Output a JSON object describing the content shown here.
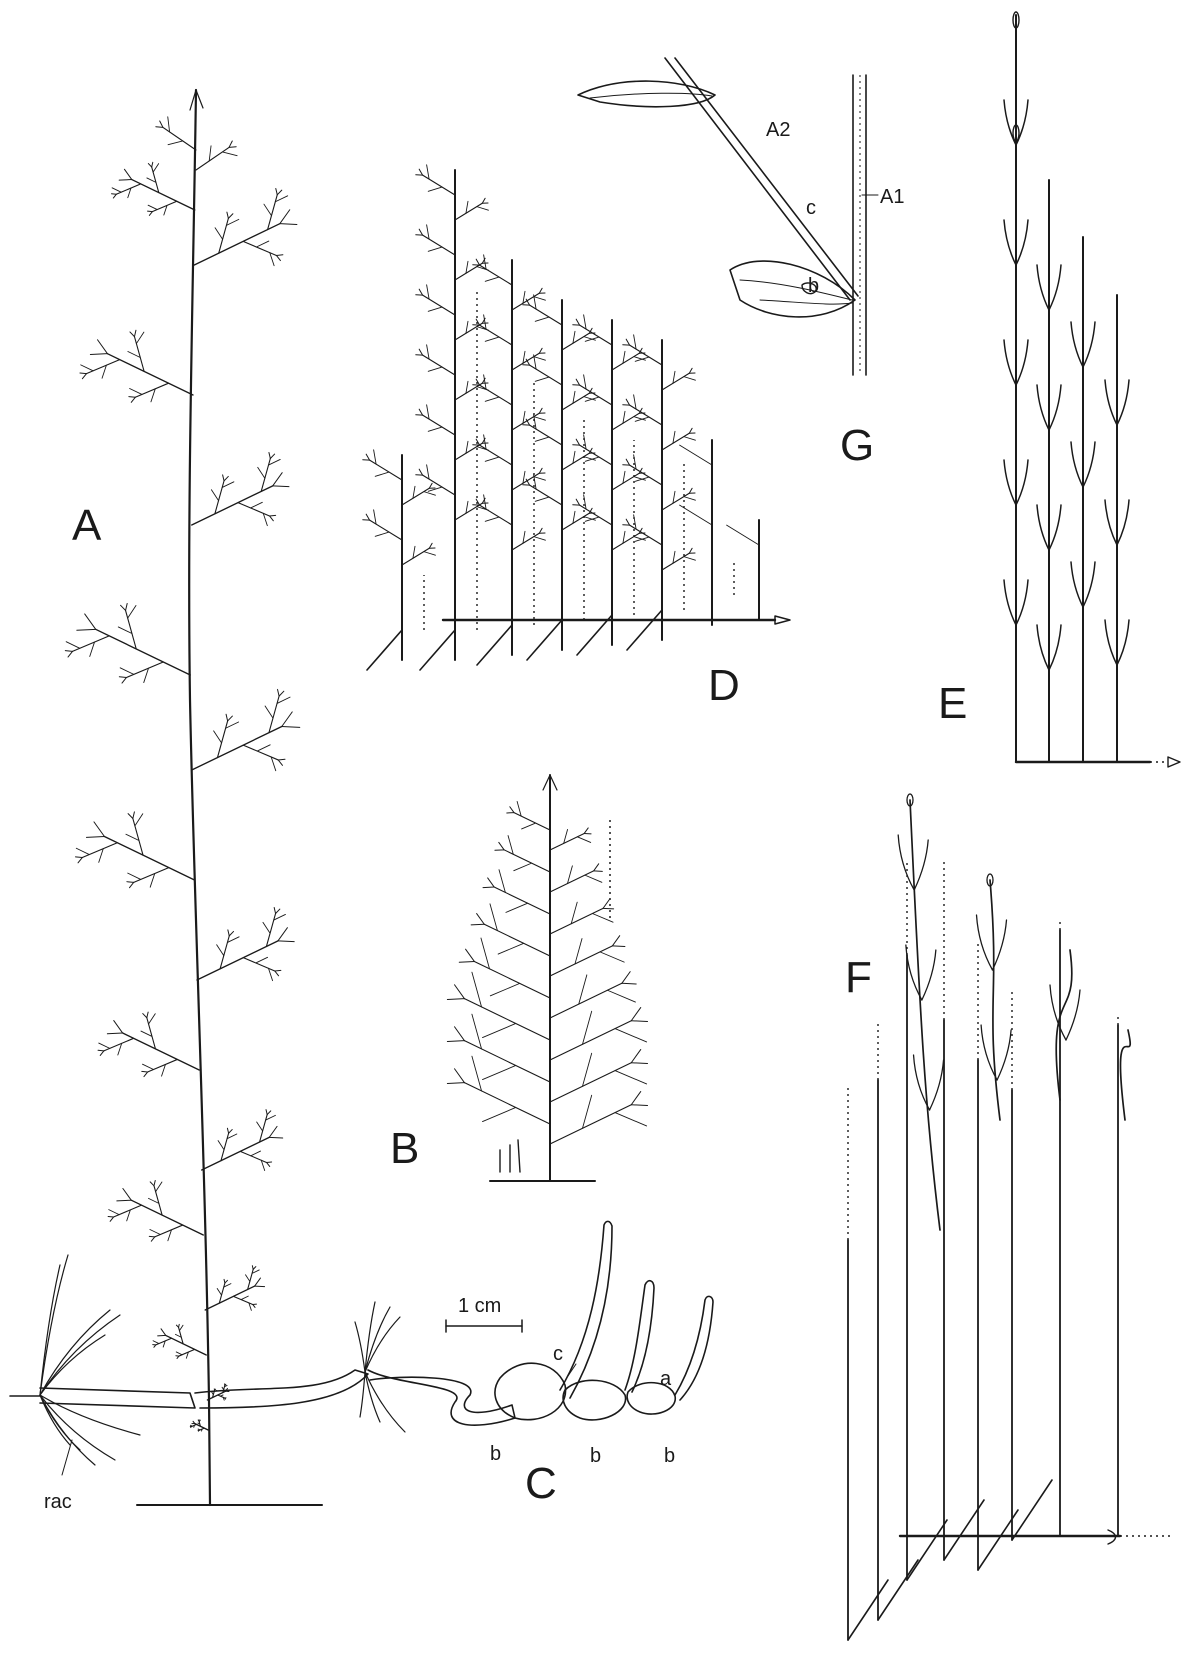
{
  "figure": {
    "panels": [
      {
        "id": "A",
        "label": "A"
      },
      {
        "id": "B",
        "label": "B"
      },
      {
        "id": "C",
        "label": "C"
      },
      {
        "id": "D",
        "label": "D"
      },
      {
        "id": "E",
        "label": "E"
      },
      {
        "id": "F",
        "label": "F"
      },
      {
        "id": "G",
        "label": "G"
      }
    ],
    "annotations": {
      "rac": "rac",
      "scale": "1 cm",
      "c": "c",
      "a": "a",
      "b": "b",
      "A2": "A2",
      "A1": "A1"
    }
  },
  "colors": {
    "ink": "#1a1a1a",
    "paper": "#ffffff",
    "tuber_shade": "#d8d8d8"
  }
}
